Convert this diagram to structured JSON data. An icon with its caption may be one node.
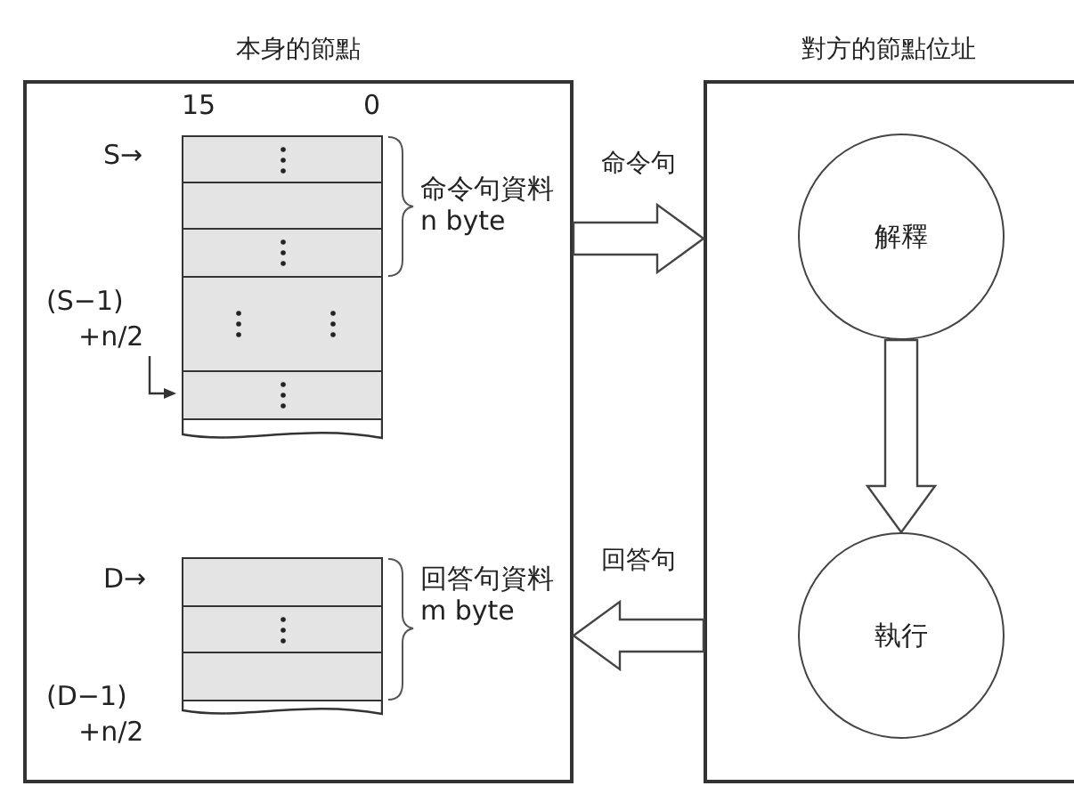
{
  "diagram": {
    "nodes": [
      {
        "text": [
          "本身的節點"
        ]
      },
      {
        "text": [
          "對方的節點位址"
        ]
      },
      {
        "text": [],
        "shape": "box",
        "in": 0,
        "beside": [
          "15",
          "0",
          "S→",
          "(S−1)",
          "+n/2",
          "命令句資料n byte"
        ]
      },
      {
        "text": [],
        "shape": "box",
        "in": 0,
        "beside": [
          "D→",
          "(D−1)",
          "+n/2",
          "回答句資料m byte"
        ]
      },
      {
        "text": [
          "解釋"
        ],
        "in": 1
      },
      {
        "text": [
          "執行"
        ],
        "in": 1
      }
    ],
    "edges": [
      {
        "from": 0,
        "to": 1,
        "arrow": "to",
        "label": "命令句"
      },
      {
        "from": 1,
        "to": 0,
        "arrow": "to",
        "label": "回答句"
      },
      {
        "from": 4,
        "to": 5,
        "arrow": "to"
      }
    ]
  }
}
